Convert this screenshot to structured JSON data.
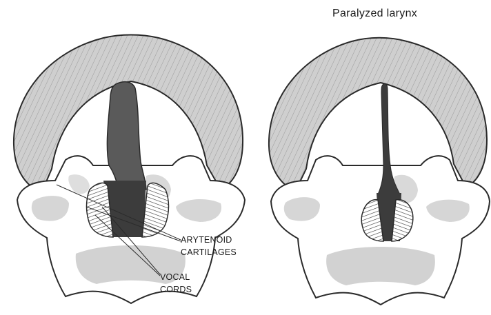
{
  "diagram": {
    "right_title": "Paralyzed larynx",
    "labels": {
      "arytenoid_line1": "ARYTENOID",
      "arytenoid_line2": "CARTILAGES",
      "vocal_line1": "VOCAL",
      "vocal_line2": "CORDS"
    },
    "colors": {
      "outline": "#2a2a2a",
      "epiglottis_fill": "#c9c9c9",
      "cartilage_fill": "#ffffff",
      "shadow_fill": "#d4d4d4",
      "airway_dark": "#3c3c3c",
      "airway_mid": "#5a5a5a"
    }
  }
}
